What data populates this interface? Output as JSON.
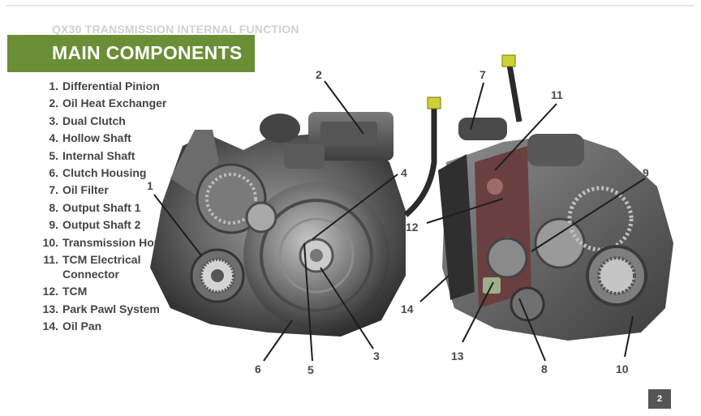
{
  "header": {
    "supertitle": "QX30 TRANSMISSION INTERNAL FUNCTION",
    "title": "MAIN COMPONENTS"
  },
  "legend": [
    {
      "number": "1.",
      "label": "Differential Pinion"
    },
    {
      "number": "2.",
      "label": "Oil Heat Exchanger"
    },
    {
      "number": "3.",
      "label": "Dual Clutch"
    },
    {
      "number": "4.",
      "label": "Hollow Shaft"
    },
    {
      "number": "5.",
      "label": "Internal Shaft"
    },
    {
      "number": "6.",
      "label": "Clutch Housing"
    },
    {
      "number": "7.",
      "label": "Oil Filter"
    },
    {
      "number": "8.",
      "label": "Output Shaft 1"
    },
    {
      "number": "9.",
      "label": "Output Shaft 2"
    },
    {
      "number": "10.",
      "label": "Transmission Housing"
    },
    {
      "number": "11.",
      "label": "TCM Electrical Connector"
    },
    {
      "number": "12.",
      "label": "TCM"
    },
    {
      "number": "13.",
      "label": "Park Pawl System"
    },
    {
      "number": "14.",
      "label": "Oil Pan"
    }
  ],
  "callouts": {
    "c1": "1",
    "c2": "2",
    "c3": "3",
    "c4": "4",
    "c5": "5",
    "c6": "6",
    "c7": "7",
    "c8": "8",
    "c9": "9",
    "c10": "10",
    "c11": "11",
    "c12": "12",
    "c13": "13",
    "c14": "14"
  },
  "page_number": "2",
  "colors": {
    "banner": "#6a8e35",
    "legend_text": "#444444",
    "supertitle": "#d0d0d0",
    "page_badge": "#555555"
  }
}
